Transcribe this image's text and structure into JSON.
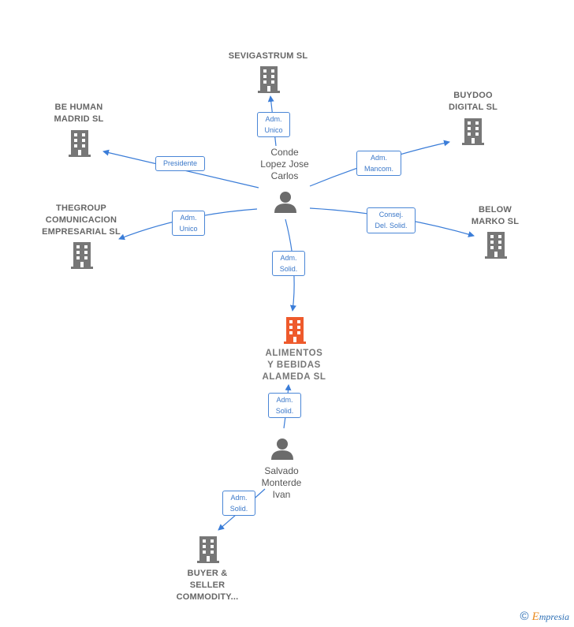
{
  "colors": {
    "link": "#3b7dd8",
    "building": "#777777",
    "main_building": "#ee5a2c",
    "person": "#6b6b6b"
  },
  "nodes": {
    "sevigastrum": {
      "label": "SEVIGASTRUM SL",
      "icon": "building-icon"
    },
    "buydoo": {
      "label": "BUYDOO\nDIGITAL SL",
      "icon": "building-icon"
    },
    "be_human": {
      "label": "BE HUMAN\nMADRID SL",
      "icon": "building-icon"
    },
    "thegroup": {
      "label": "THEGROUP\nCOMUNICACION\nEMPRESARIAL SL",
      "icon": "building-icon"
    },
    "below_marko": {
      "label": "BELOW\nMARKO SL",
      "icon": "building-icon"
    },
    "conde": {
      "label": "Conde\nLopez Jose\nCarlos",
      "icon": "person-icon"
    },
    "alimentos": {
      "label": "ALIMENTOS\nY BEBIDAS\nALAMEDA SL",
      "icon": "building-icon"
    },
    "salvado": {
      "label": "Salvado\nMonterde\nIvan",
      "icon": "person-icon"
    },
    "buyer": {
      "label": "BUYER &\nSELLER\nCOMMODITY...",
      "icon": "building-icon"
    }
  },
  "relations": {
    "conde_sevigastrum": "Adm.\nUnico",
    "conde_buydoo": "Adm.\nMancom.",
    "conde_be_human": "Presidente",
    "conde_thegroup": "Adm.\nUnico",
    "conde_below_marko": "Consej.\nDel. Solid.",
    "conde_alimentos": "Adm.\nSolid.",
    "salvado_alimentos": "Adm.\nSolid.",
    "salvado_buyer": "Adm.\nSolid."
  },
  "footer": {
    "copyright_symbol": "©",
    "brand_first": "E",
    "brand_rest": "mpresia"
  }
}
